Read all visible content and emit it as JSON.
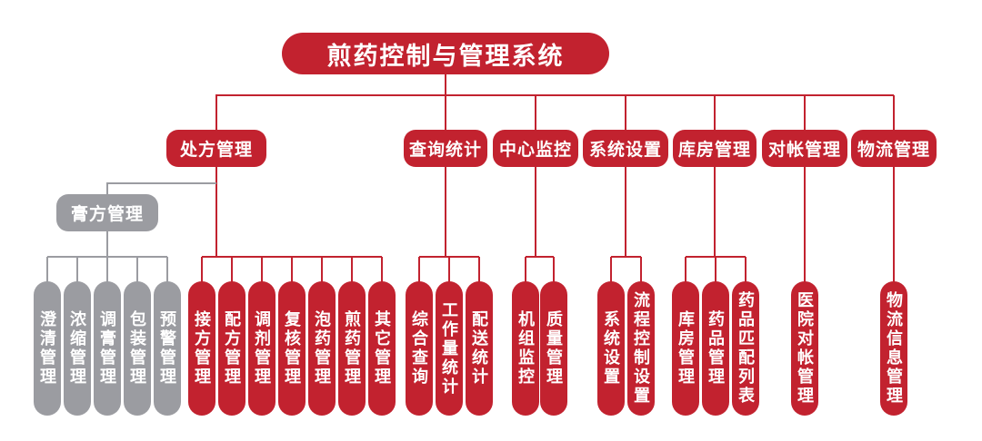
{
  "colors": {
    "red": "#c2222f",
    "gray": "#9b9ca1",
    "background": "#ffffff",
    "node-text": "#ffffff"
  },
  "root": {
    "label": "煎药控制与管理系统"
  },
  "branches": [
    {
      "label": "处方管理",
      "children": [
        "接方管理",
        "配方管理",
        "调剂管理",
        "复核管理",
        "泡药管理",
        "煎药管理",
        "其它管理"
      ],
      "side_branch": {
        "label": "膏方管理",
        "children": [
          "澄清管理",
          "浓缩管理",
          "调膏管理",
          "包装管理",
          "预警管理"
        ]
      }
    },
    {
      "label": "查询统计",
      "children": [
        "综合查询",
        "工作量统计",
        "配送统计"
      ]
    },
    {
      "label": "中心监控",
      "children": [
        "机组监控",
        "质量管理"
      ]
    },
    {
      "label": "系统设置",
      "children": [
        "系统设置",
        "流程控制设置"
      ]
    },
    {
      "label": "库房管理",
      "children": [
        "库房管理",
        "药品管理",
        "药品匹配列表"
      ]
    },
    {
      "label": "对帐管理",
      "children": [
        "医院对帐管理"
      ]
    },
    {
      "label": "物流管理",
      "children": [
        "物流信息管理"
      ]
    }
  ]
}
